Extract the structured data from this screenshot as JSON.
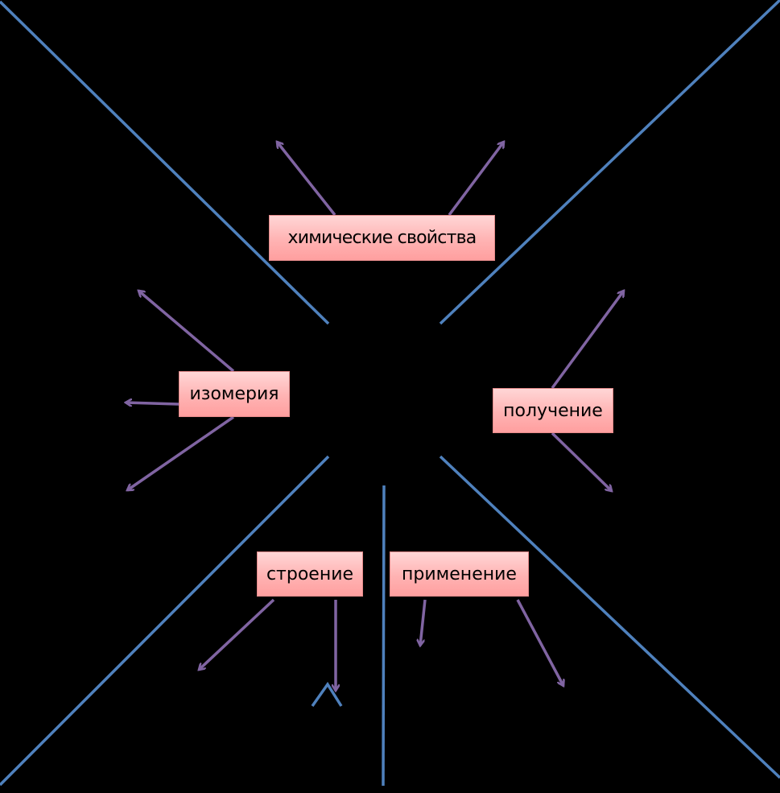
{
  "diagram": {
    "background": "#000000",
    "divider_color": "#4f81bd",
    "arrow_color": "#8064a2",
    "box_fill": "#ffb3b3",
    "nodes": {
      "chemical_properties": "химические свойства",
      "isomerism": "изомерия",
      "production": "получение",
      "structure": "строение",
      "application": "применение"
    }
  }
}
